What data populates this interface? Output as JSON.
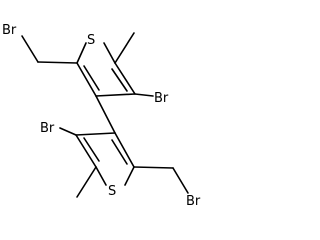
{
  "molecule": {
    "labels": {
      "s_top": "S",
      "br_ch2_top": "Br",
      "br_ring_top": "Br",
      "br_ring_bottom": "Br",
      "br_ch2_bottom": "Br",
      "s_bottom": "S"
    }
  },
  "colors": {
    "bond": "#000000",
    "label": "#000000",
    "background": "#ffffff"
  }
}
